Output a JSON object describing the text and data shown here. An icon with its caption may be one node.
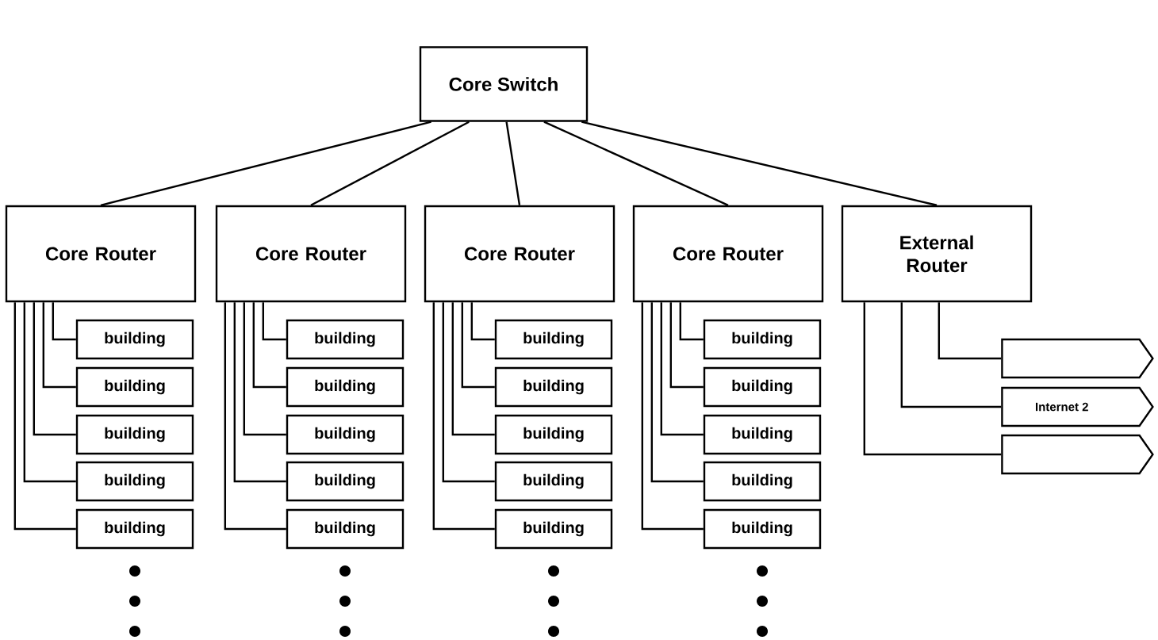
{
  "diagram": {
    "nodes": [
      {
        "text": [
          "Core Switch"
        ]
      },
      {
        "text": [
          "Core Router"
        ]
      },
      {
        "text": [
          "Core Router"
        ]
      },
      {
        "text": [
          "Core Router"
        ]
      },
      {
        "text": [
          "Core Router"
        ]
      },
      {
        "text": [
          "External Router"
        ]
      },
      {
        "text": [
          "building"
        ]
      },
      {
        "text": [
          "building"
        ]
      },
      {
        "text": [
          "building"
        ]
      },
      {
        "text": [
          "building"
        ]
      },
      {
        "text": [
          "building"
        ]
      },
      {
        "text": [
          "building"
        ]
      },
      {
        "text": [
          "building"
        ]
      },
      {
        "text": [
          "building"
        ]
      },
      {
        "text": [
          "building"
        ]
      },
      {
        "text": [
          "building"
        ]
      },
      {
        "text": [
          "building"
        ]
      },
      {
        "text": [
          "building"
        ]
      },
      {
        "text": [
          "building"
        ]
      },
      {
        "text": [
          "building"
        ]
      },
      {
        "text": [
          "building"
        ]
      },
      {
        "text": [
          "building"
        ]
      },
      {
        "text": [
          "building"
        ]
      },
      {
        "text": [
          "building"
        ]
      },
      {
        "text": [
          "building"
        ]
      },
      {
        "text": [
          "building"
        ]
      },
      {
        "text": [],
        "shape": "arrow"
      },
      {
        "text": [
          "Internet 2"
        ]
      },
      {
        "text": [],
        "shape": "arrow"
      }
    ],
    "edges": [
      {
        "from": 0,
        "to": 1,
        "arrow": "none"
      },
      {
        "from": 0,
        "to": 2,
        "arrow": "none"
      },
      {
        "from": 0,
        "to": 3,
        "arrow": "none"
      },
      {
        "from": 0,
        "to": 4,
        "arrow": "none"
      },
      {
        "from": 0,
        "to": 5,
        "arrow": "none"
      },
      {
        "from": 1,
        "to": 6,
        "arrow": "none"
      },
      {
        "from": 1,
        "to": 7,
        "arrow": "none"
      },
      {
        "from": 1,
        "to": 8,
        "arrow": "none"
      },
      {
        "from": 1,
        "to": 9,
        "arrow": "none"
      },
      {
        "from": 1,
        "to": 10,
        "arrow": "none"
      },
      {
        "from": 2,
        "to": 11,
        "arrow": "none"
      },
      {
        "from": 2,
        "to": 12,
        "arrow": "none"
      },
      {
        "from": 2,
        "to": 13,
        "arrow": "none"
      },
      {
        "from": 2,
        "to": 14,
        "arrow": "none"
      },
      {
        "from": 2,
        "to": 15,
        "arrow": "none"
      },
      {
        "from": 3,
        "to": 16,
        "arrow": "none"
      },
      {
        "from": 3,
        "to": 17,
        "arrow": "none"
      },
      {
        "from": 3,
        "to": 18,
        "arrow": "none"
      },
      {
        "from": 3,
        "to": 19,
        "arrow": "none"
      },
      {
        "from": 3,
        "to": 20,
        "arrow": "none"
      },
      {
        "from": 4,
        "to": 21,
        "arrow": "none"
      },
      {
        "from": 4,
        "to": 22,
        "arrow": "none"
      },
      {
        "from": 4,
        "to": 23,
        "arrow": "none"
      },
      {
        "from": 4,
        "to": 24,
        "arrow": "none"
      },
      {
        "from": 4,
        "to": 25,
        "arrow": "none"
      },
      {
        "from": 5,
        "to": 26,
        "arrow": "none"
      },
      {
        "from": 5,
        "to": 27,
        "arrow": "none"
      },
      {
        "from": 5,
        "to": 28,
        "arrow": "none"
      }
    ]
  }
}
